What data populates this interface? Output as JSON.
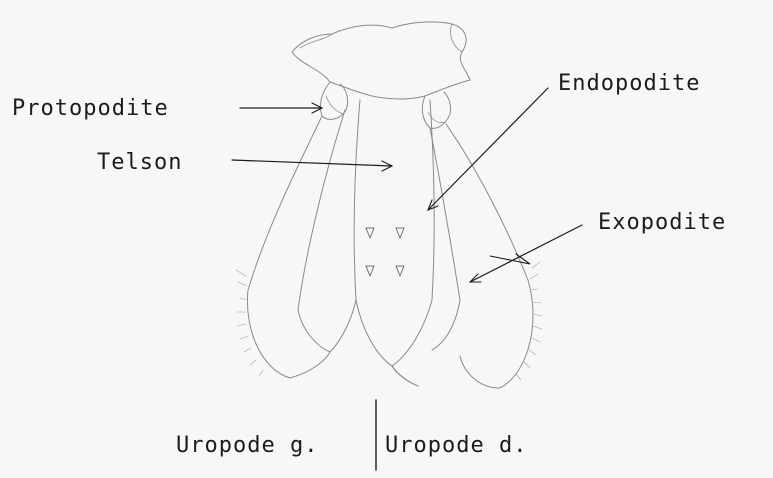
{
  "diagram": {
    "labels": {
      "protopodite": "Protopodite",
      "telson": "Telson",
      "endopodite": "Endopodite",
      "exopodite": "Exopodite",
      "uropode_left": "Uropode g.",
      "uropode_right": "Uropode d."
    },
    "colors": {
      "background": "#f7f7f5",
      "ink": "#1c1c1c",
      "sketch": "#8a8a8a"
    }
  }
}
